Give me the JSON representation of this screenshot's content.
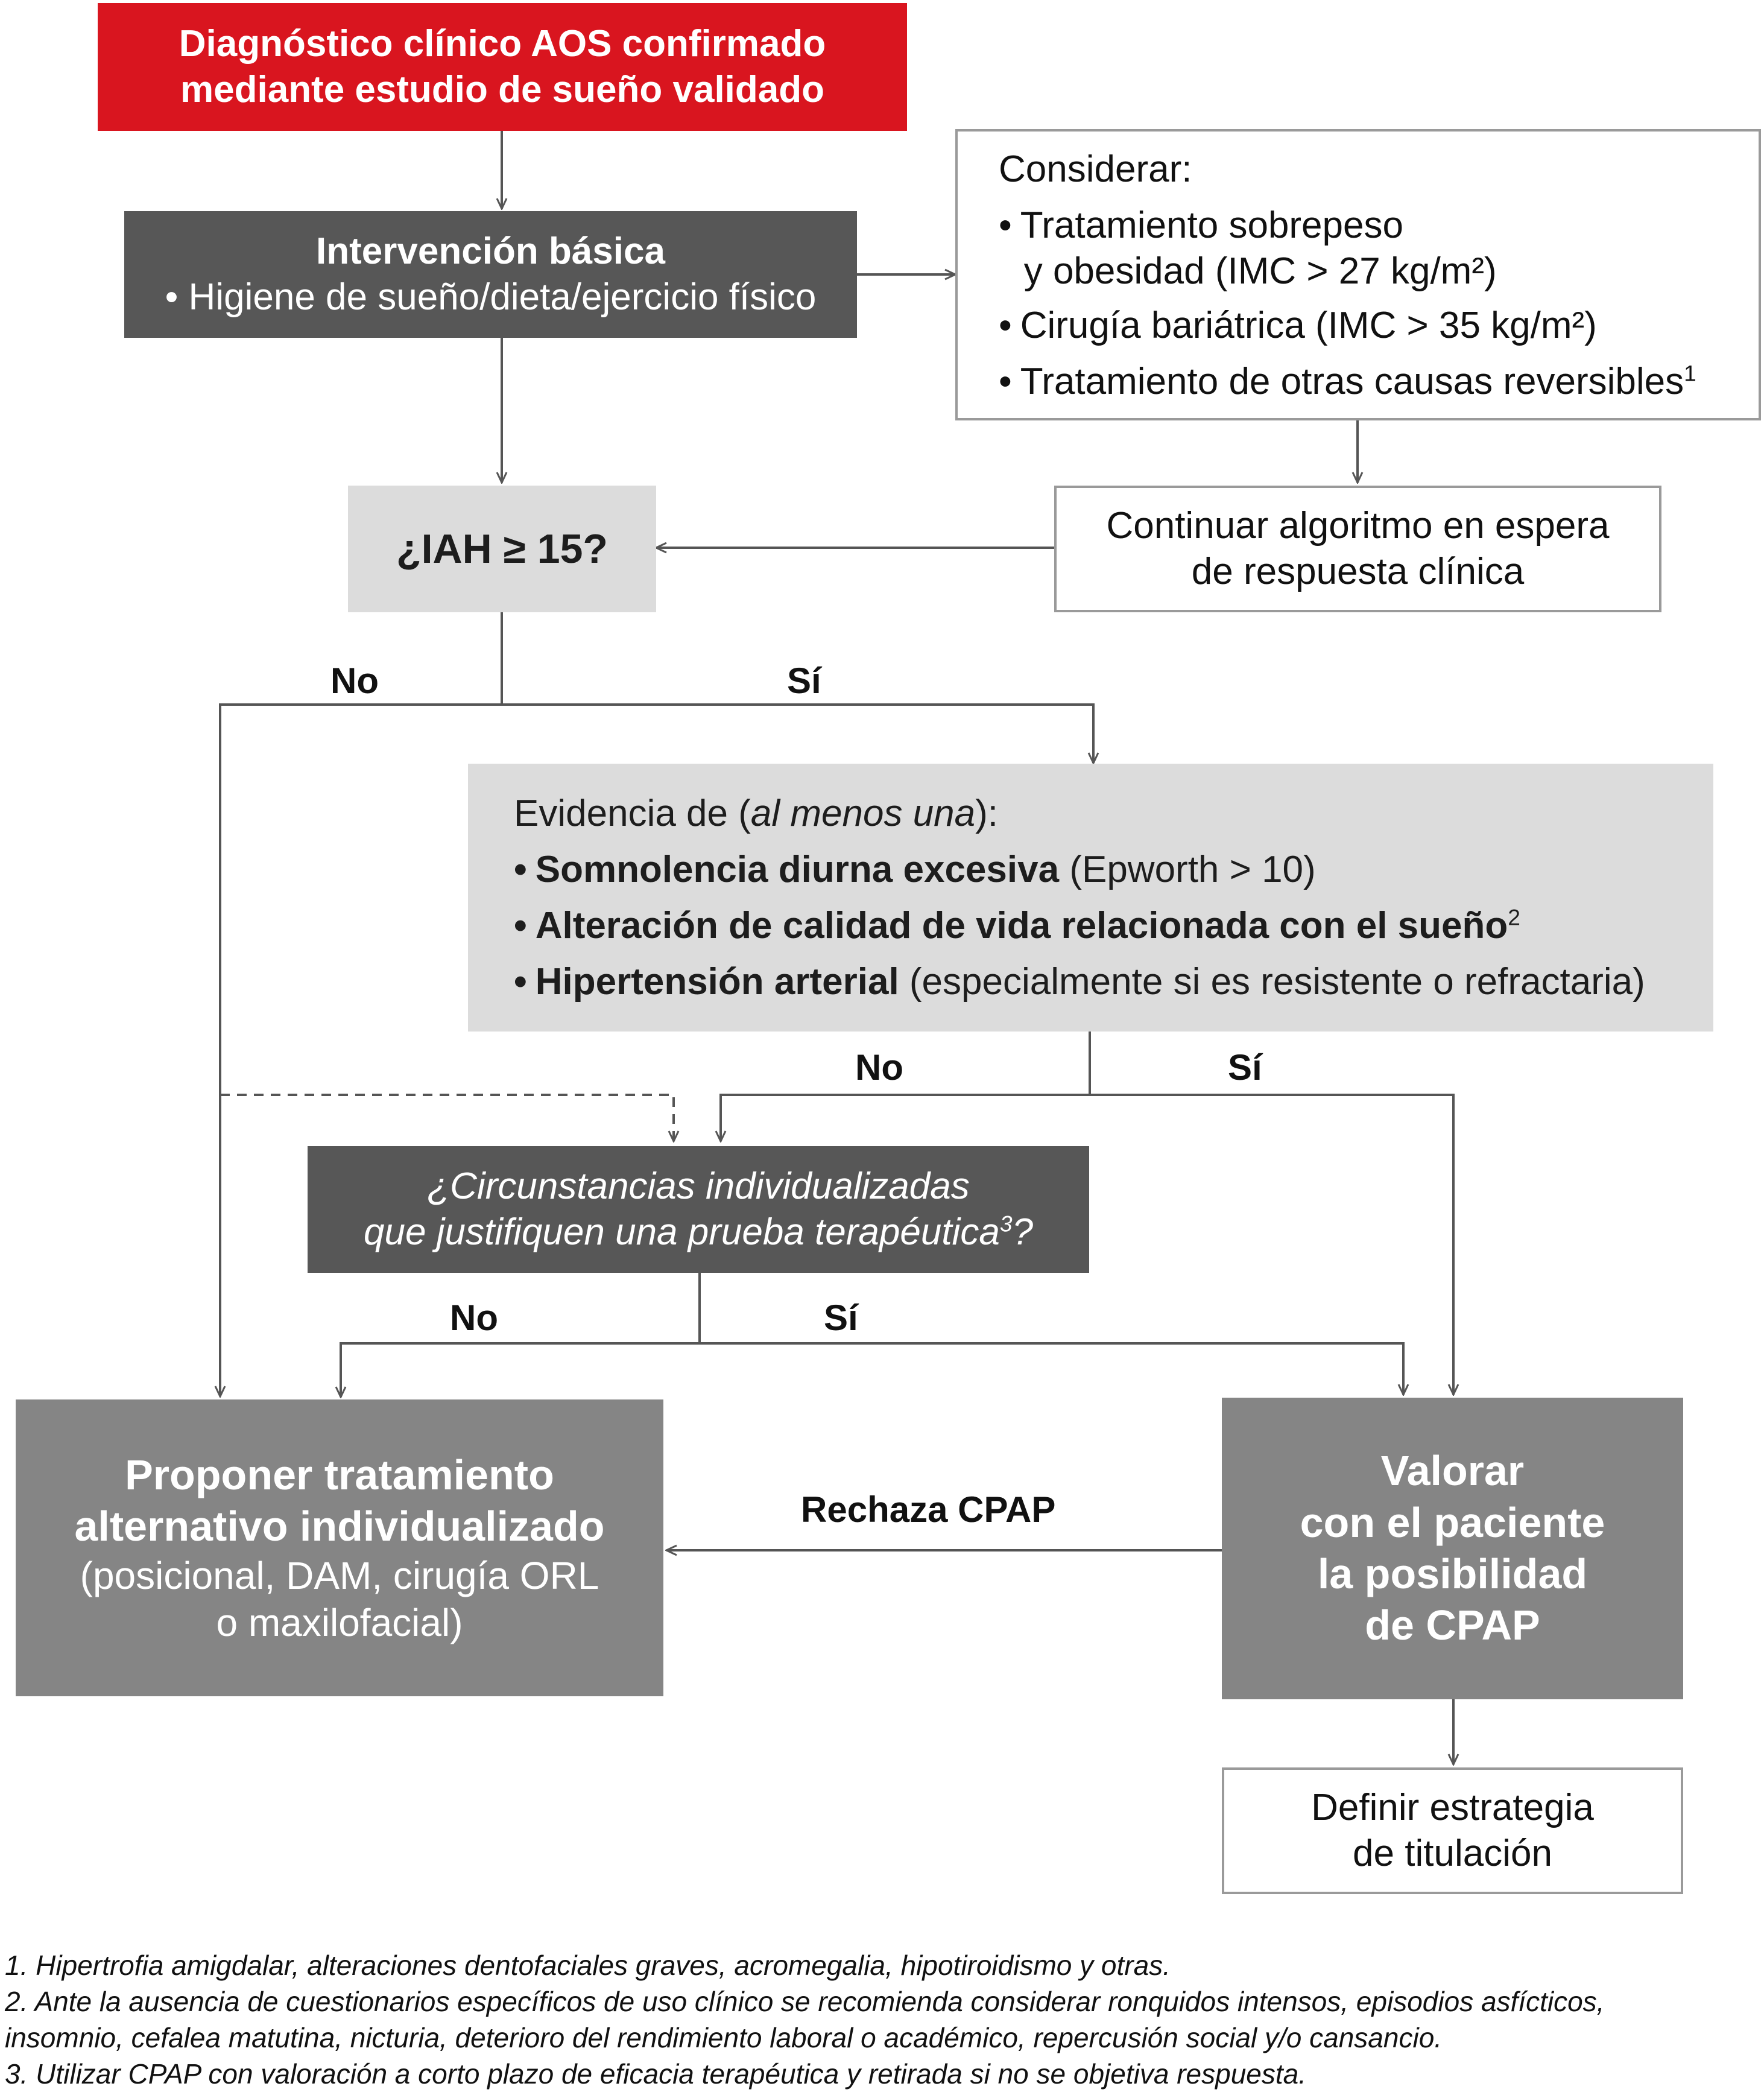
{
  "diagnosis": {
    "line1": "Diagnóstico clínico AOS confirmado",
    "line2": "mediante estudio de sueño validado"
  },
  "basic_intervention": {
    "title": "Intervención básica",
    "bullet": "Higiene de sueño/dieta/ejercicio físico"
  },
  "consider": {
    "title": "Considerar:",
    "item1_line1": "Tratamiento sobrepeso",
    "item1_line2": "y obesidad (IMC > 27 kg/m²)",
    "item2": "Cirugía bariátrica (IMC > 35 kg/m²)",
    "item3": "Tratamiento de otras causas reversibles",
    "item3_sup": "1"
  },
  "iah_question": "¿IAH ≥ 15?",
  "continue_box": {
    "line1": "Continuar algoritmo en espera",
    "line2": "de respuesta clínica"
  },
  "labels": {
    "iah_no": "No",
    "iah_yes": "Sí",
    "evidence_no": "No",
    "evidence_yes": "Sí",
    "circ_no": "No",
    "circ_yes": "Sí",
    "rejects_cpap": "Rechaza CPAP"
  },
  "evidence": {
    "intro_a": "Evidencia de (",
    "intro_italic": "al menos una",
    "intro_b": "):",
    "item1_bold": "Somnolencia diurna excesiva",
    "item1_rest": " (Epworth > 10)",
    "item2_bold": "Alteración de calidad de vida relacionada con el sueño",
    "item2_sup": "2",
    "item3_bold": "Hipertensión arterial",
    "item3_rest": " (especialmente si es resistente o refractaria)"
  },
  "circumstances": {
    "line1": "¿Circunstancias individualizadas",
    "line2": "que justifiquen una prueba terapéutica",
    "sup": "3",
    "line2_end": "?"
  },
  "alternative": {
    "line1": "Proponer tratamiento",
    "line2": "alternativo individualizado",
    "line3": "(posicional, DAM,  cirugía ORL",
    "line4": "o maxilofacial)"
  },
  "cpap": {
    "line1": "Valorar",
    "line2": "con el paciente",
    "line3": "la posibilidad",
    "line4": "de CPAP"
  },
  "titration": {
    "line1": "Definir estrategia",
    "line2": "de titulación"
  },
  "footnotes": {
    "n1": "1. Hipertrofia amigdalar, alteraciones dentofaciales graves, acromegalia, hipotiroidismo  y otras.",
    "n2a": "2. Ante la ausencia de cuestionarios específicos de uso clínico se  recomienda considerar ronquidos intensos, episodios asfícticos,",
    "n2b": "insomnio, cefalea matutina, nicturia,  deterioro del rendimiento laboral o académico, repercusión  social y/o  cansancio.",
    "n3": "3. Utilizar CPAP con valoración a corto plazo de eficacia terapéutica y retirada si no se objetiva respuesta."
  },
  "colors": {
    "red": "#d9151f",
    "dark_gray": "#575757",
    "mid_gray": "#858585",
    "light_gray": "#dcdcdc",
    "line": "#555555"
  }
}
